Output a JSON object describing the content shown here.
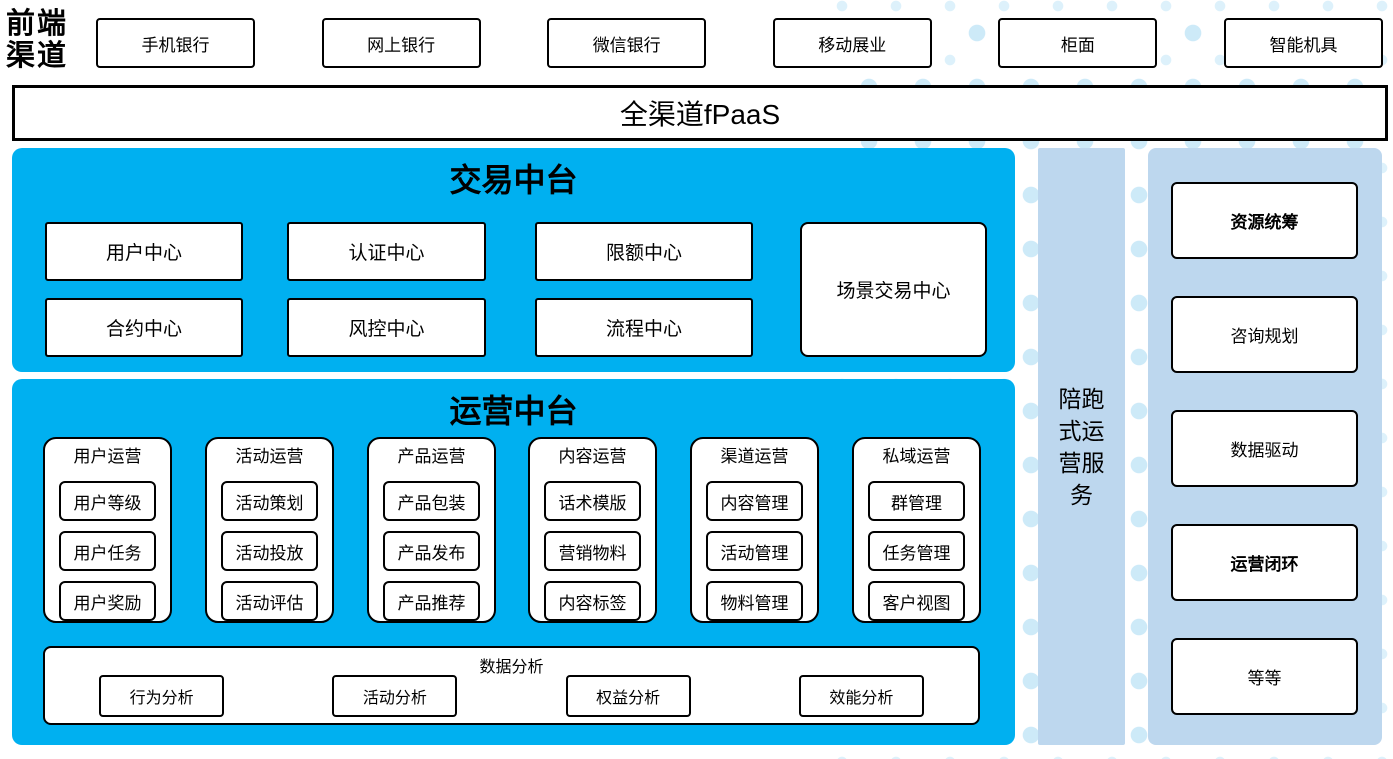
{
  "colors": {
    "primary_blue": "#00b0f0",
    "light_blue": "#bdd7ee",
    "dot_blue": "#cdeaf8"
  },
  "front_channels": {
    "label": "前端渠道",
    "items": [
      "手机银行",
      "网上银行",
      "微信银行",
      "移动展业",
      "柜面",
      "智能机具"
    ]
  },
  "fpaas_bar": {
    "label": "全渠道fPaaS"
  },
  "transaction_platform": {
    "title": "交易中台",
    "row1": [
      "用户中心",
      "认证中心",
      "限额中心"
    ],
    "row2": [
      "合约中心",
      "风控中心",
      "流程中心"
    ],
    "scene_center": "场景交易中心"
  },
  "operation_platform": {
    "title": "运营中台",
    "columns": [
      {
        "title": "用户运营",
        "items": [
          "用户等级",
          "用户任务",
          "用户奖励"
        ]
      },
      {
        "title": "活动运营",
        "items": [
          "活动策划",
          "活动投放",
          "活动评估"
        ]
      },
      {
        "title": "产品运营",
        "items": [
          "产品包装",
          "产品发布",
          "产品推荐"
        ]
      },
      {
        "title": "内容运营",
        "items": [
          "话术模版",
          "营销物料",
          "内容标签"
        ]
      },
      {
        "title": "渠道运营",
        "items": [
          "内容管理",
          "活动管理",
          "物料管理"
        ]
      },
      {
        "title": "私域运营",
        "items": [
          "群管理",
          "任务管理",
          "客户视图"
        ]
      }
    ],
    "data_analysis": {
      "title": "数据分析",
      "items": [
        "行为分析",
        "活动分析",
        "权益分析",
        "效能分析"
      ]
    }
  },
  "side_service": {
    "label": "陪跑式运营服务"
  },
  "right_panel": {
    "items": [
      {
        "label": "资源统筹",
        "bold": true
      },
      {
        "label": "咨询规划",
        "bold": false
      },
      {
        "label": "数据驱动",
        "bold": false
      },
      {
        "label": "运营闭环",
        "bold": true
      },
      {
        "label": "等等",
        "bold": false
      }
    ]
  }
}
